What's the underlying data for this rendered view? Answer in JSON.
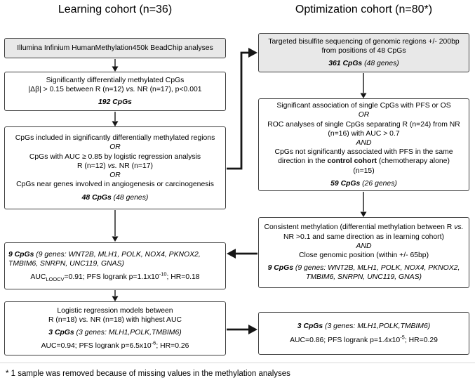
{
  "page": {
    "left_title": "Learning cohort (n=36)",
    "right_title": "Optimization cohort (n=80*)",
    "footnote": "* 1 sample was removed because of missing values in the methylation analyses"
  },
  "colors": {
    "box_border": "#3f3f3f",
    "gray_fill": "#e8e8e8",
    "arrow": "#161616"
  },
  "left": {
    "box1": {
      "text": "Illumina Infinium HumanMethylation450k BeadChip analyses"
    },
    "box2": {
      "l1": "Significantly differentially methylated CpGs",
      "l2a": "|Δβ| > 0.15 between R (n=12) ",
      "l2b": "vs.",
      "l2c": " NR (n=17), p<0.001",
      "result": "192 CpGs"
    },
    "box3": {
      "l1": "CpGs included in significantly differentially methylated regions",
      "or1": "OR",
      "l2": "CpGs with AUC ≥ 0.85 by logistic regression analysis",
      "l3a": "R (n=12) ",
      "l3b": "vs.",
      "l3c": " NR (n=17)",
      "or2": "OR",
      "l4": "CpGs near genes involved in angiogenesis or carcinogenesis",
      "result_bold": "48 CpGs",
      "result_rest": " (48 genes)"
    },
    "box4": {
      "genes_bold": "9 CpGs",
      "genes_rest": " (9 genes: WNT2B, MLH1, POLK, NOX4, PKNOX2, TMBIM6, SNRPN, UNC119, GNAS)",
      "stats_a": "AUC",
      "stats_sub": "LOOCV",
      "stats_b": "=0.91; PFS logrank p=1.1x10",
      "stats_sup": "-10",
      "stats_c": "; HR=0.18"
    },
    "box5": {
      "l1": "Logistic regression models between",
      "l2a": "R (n=18) ",
      "l2b": "vs.",
      "l2c": " NR (n=18) with highest AUC",
      "result_bold": "3 CpGs",
      "result_rest": " (3 genes: MLH1,POLK,TMBIM6)",
      "stats_a": "AUC=0.94; PFS logrank p=6.5x10",
      "stats_sup": "-6",
      "stats_b": "; HR=0.26"
    }
  },
  "right": {
    "box1": {
      "l1": "Targeted bisulfite sequencing of genomic regions +/- 200bp from positions of 48 CpGs",
      "result_bold": "361 CpGs",
      "result_rest": " (48 genes)"
    },
    "box2": {
      "l1": "Significant association of single CpGs with PFS or OS",
      "or": "OR",
      "l2": "ROC analyses of single CpGs separating R (n=24) from NR (n=16) with AUC > 0.7",
      "and": "AND",
      "l3a": "CpGs not significantly associated with PFS in the same direction in the ",
      "l3b": "control cohort",
      "l3c": " (chemotherapy alone)",
      "l3d": "(n=15)",
      "result_bold": "59 CpGs",
      "result_rest": " (26 genes)"
    },
    "box3": {
      "l1a": "Consistent methylation (differential methylation between R ",
      "l1b": "vs.",
      "l1c": " NR >0.1 and same direction as in learning cohort)",
      "and": "AND",
      "l2": "Close genomic position (within +/- 65bp)",
      "result_bold": "9 CpGs",
      "result_rest": " (9 genes: WNT2B, MLH1, POLK, NOX4, PKNOX2, TMBIM6, SNRPN, UNC119, GNAS)"
    },
    "box4": {
      "result_bold": "3 CpGs",
      "result_rest": " (3 genes: MLH1,POLK,TMBIM6)",
      "stats_a": "AUC=0.86; PFS logrank p=1.4x10",
      "stats_sup": "-5",
      "stats_b": "; HR=0.29"
    }
  }
}
